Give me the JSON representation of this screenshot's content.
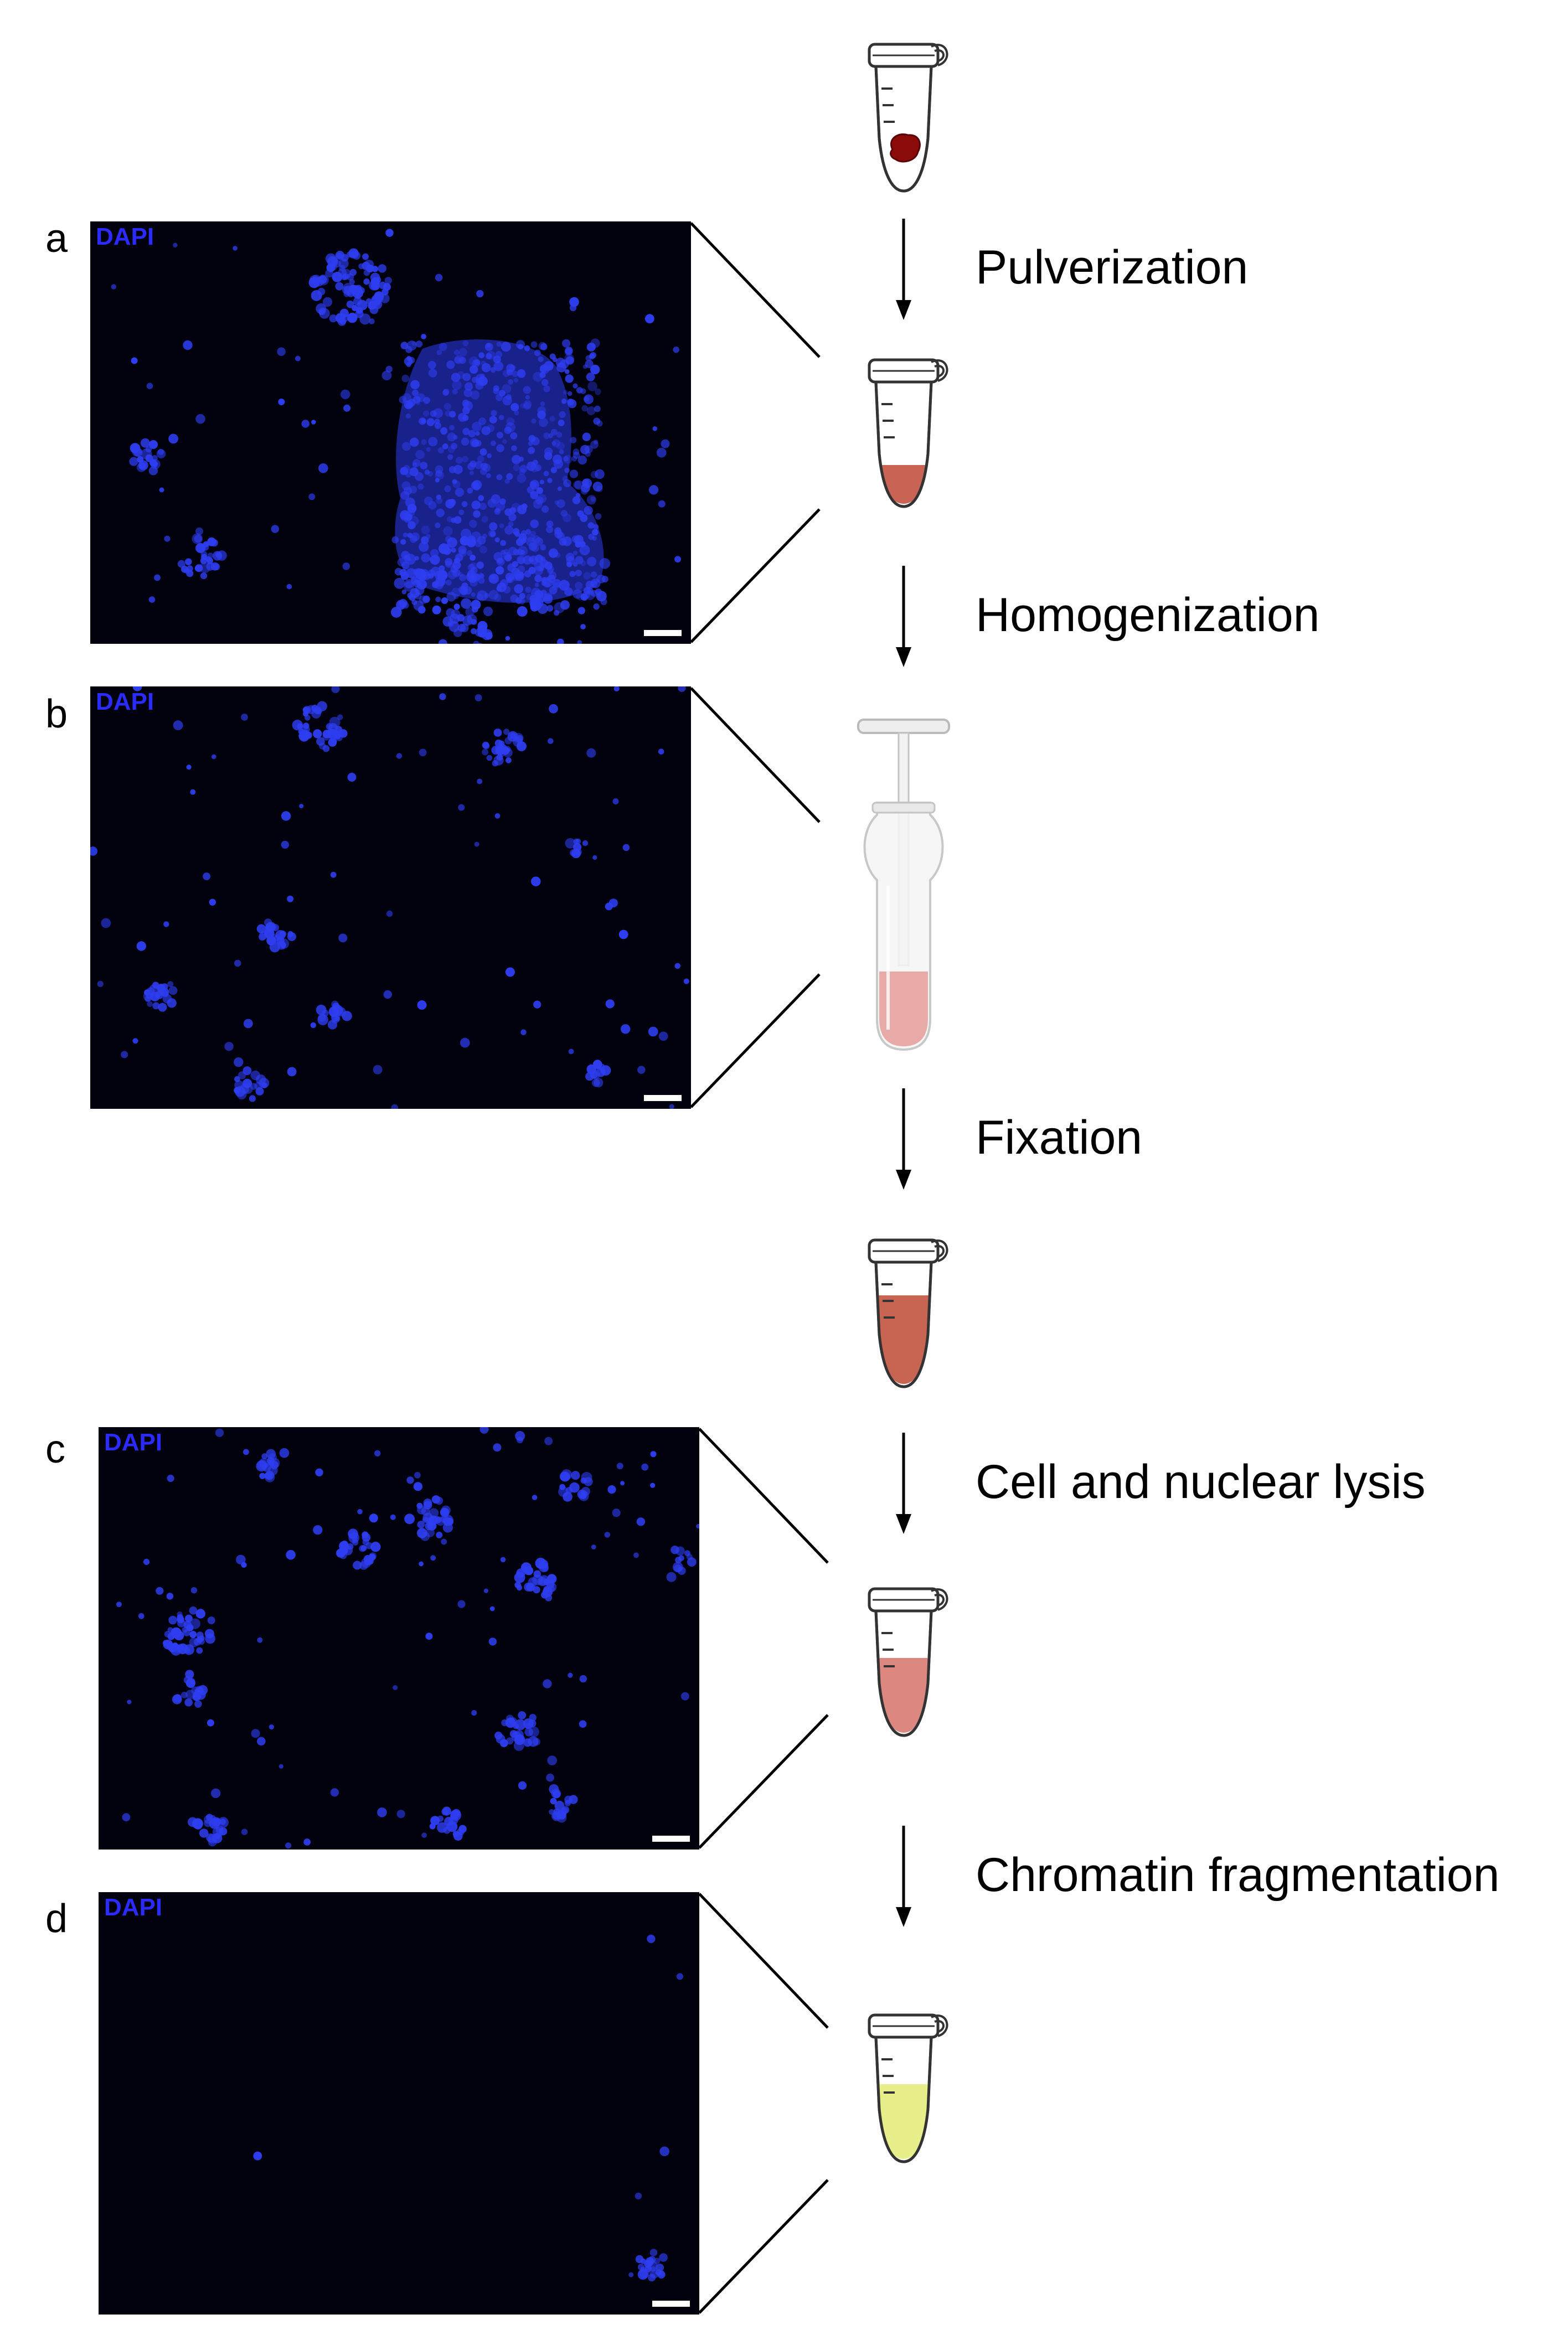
{
  "panels": [
    {
      "letter": "a",
      "stain": "DAPI"
    },
    {
      "letter": "b",
      "stain": "DAPI"
    },
    {
      "letter": "c",
      "stain": "DAPI"
    },
    {
      "letter": "d",
      "stain": "DAPI"
    }
  ],
  "steps": [
    {
      "label": "Pulverization"
    },
    {
      "label": "Homogenization"
    },
    {
      "label": "Fixation"
    },
    {
      "label": "Cell and nuclear lysis"
    },
    {
      "label": "Chromatin fragmentation"
    }
  ],
  "colors": {
    "stain": "#2b2bff",
    "nuclei": "#2e3df0",
    "background_micro": "#02020f",
    "tissue_chunk": "#8b0a0a",
    "pulverized": "#c96454",
    "homogenized": "#e7aaa6",
    "fixed": "#c86452",
    "lysed": "#dc8880",
    "fragmented": "#e8ee8a"
  },
  "icons": [
    "microcentrifuge-tube-icon",
    "dounce-homogenizer-icon",
    "arrow-down-icon"
  ]
}
